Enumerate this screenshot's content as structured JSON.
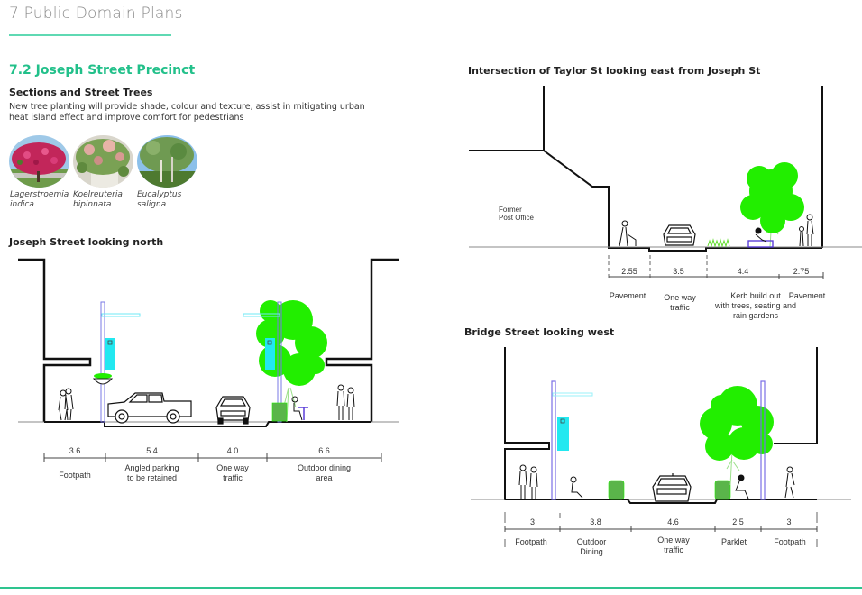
{
  "header": {
    "page_title": "7 Public Domain Plans",
    "section_heading": "7.2 Joseph Street Precinct",
    "subheading": "Sections and Street Trees",
    "intro": "New tree planting will provide shade, colour and texture, assist in mitigating urban heat island effect and improve comfort for pedestrians"
  },
  "colors": {
    "accent": "#22c08a",
    "rule": "#5fd9b3",
    "tree_green": "#22ee00",
    "light_pole": "#7a78e6",
    "banner": "#22e8f0",
    "planter": "#5ab54a"
  },
  "trees": [
    {
      "name_line1": "Lagerstroemia",
      "name_line2": "indica"
    },
    {
      "name_line1": "Koelreuteria",
      "name_line2": "bipinnata"
    },
    {
      "name_line1": "Eucalyptus",
      "name_line2": "saligna"
    }
  ],
  "sections": {
    "joseph": {
      "title": "Joseph Street looking north",
      "segments": [
        {
          "width": "3.6",
          "label1": "Footpath",
          "label2": ""
        },
        {
          "width": "5.4",
          "label1": "Angled parking",
          "label2": "to be retained"
        },
        {
          "width": "4.0",
          "label1": "One way",
          "label2": "traffic"
        },
        {
          "width": "6.6",
          "label1": "Outdoor dining",
          "label2": "area"
        }
      ]
    },
    "taylor": {
      "title": "Intersection of Taylor St looking east from Joseph St",
      "building_label1": "Former",
      "building_label2": "Post Office",
      "segments": [
        {
          "width": "2.55",
          "label1": "Pavement",
          "label2": "",
          "label3": ""
        },
        {
          "width": "3.5",
          "label1": "One way",
          "label2": "traffic",
          "label3": ""
        },
        {
          "width": "4.4",
          "label1": "Kerb build out",
          "label2": "with trees, seating and",
          "label3": "rain gardens"
        },
        {
          "width": "2.75",
          "label1": "Pavement",
          "label2": "",
          "label3": ""
        }
      ]
    },
    "bridge": {
      "title": "Bridge Street looking west",
      "segments": [
        {
          "width": "3",
          "label1": "Footpath",
          "label2": ""
        },
        {
          "width": "3.8",
          "label1": "Outdoor",
          "label2": "Dining"
        },
        {
          "width": "4.6",
          "label1": "One way",
          "label2": "traffic"
        },
        {
          "width": "2.5",
          "label1": "Parklet",
          "label2": ""
        },
        {
          "width": "3",
          "label1": "Footpath",
          "label2": ""
        }
      ]
    }
  }
}
